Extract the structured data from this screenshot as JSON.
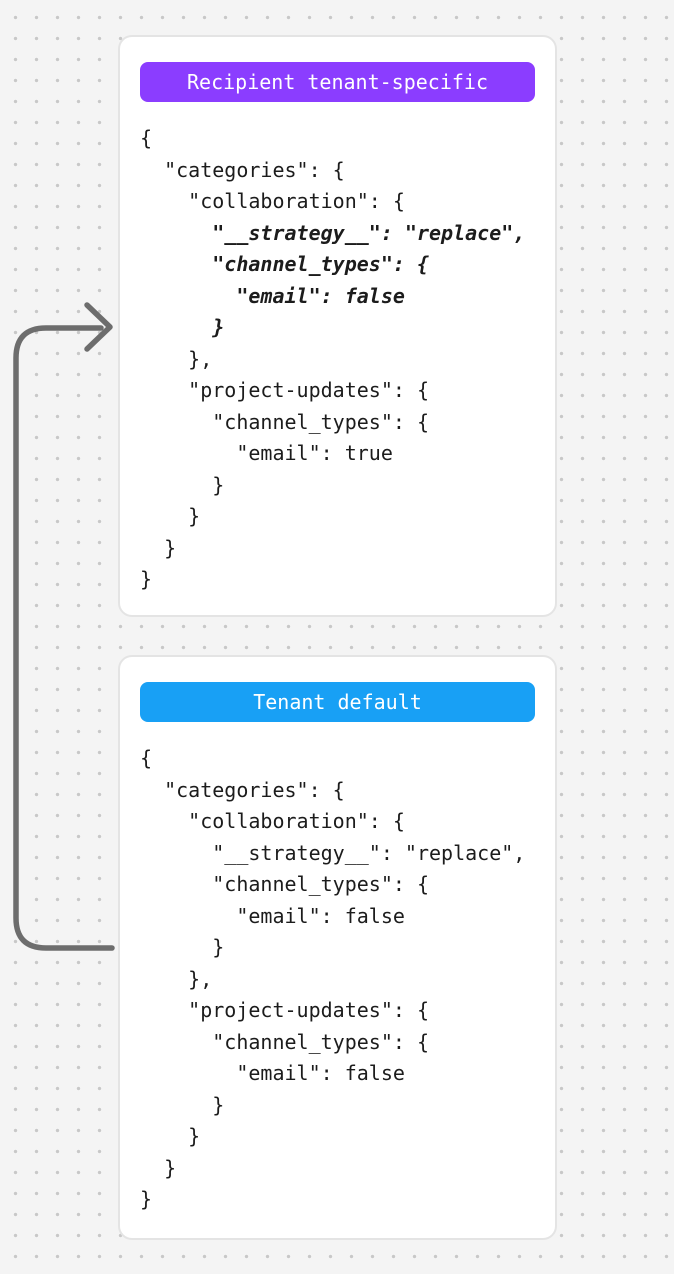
{
  "colors": {
    "background": "#f4f4f4",
    "dot": "#c8c8c8",
    "card_bg": "#ffffff",
    "card_border": "#e4e4e4",
    "badge_purple": "#8b3dff",
    "badge_blue": "#18a0f5",
    "badge_text": "#ffffff",
    "arrow": "#6d6d6d",
    "code_text": "#1c1c1c"
  },
  "cards": [
    {
      "badge": {
        "label": "Recipient tenant-specific",
        "color": "#8b3dff"
      },
      "code_lines": [
        {
          "text": "{",
          "em": false
        },
        {
          "text": "  \"categories\": {",
          "em": false
        },
        {
          "text": "    \"collaboration\": {",
          "em": false
        },
        {
          "text": "      \"__strategy__\": \"replace\",",
          "em": true
        },
        {
          "text": "      \"channel_types\": {",
          "em": true
        },
        {
          "text": "        \"email\": false",
          "em": true
        },
        {
          "text": "      }",
          "em": true
        },
        {
          "text": "    },",
          "em": false
        },
        {
          "text": "    \"project-updates\": {",
          "em": false
        },
        {
          "text": "      \"channel_types\": {",
          "em": false
        },
        {
          "text": "        \"email\": true",
          "em": false
        },
        {
          "text": "      }",
          "em": false
        },
        {
          "text": "    }",
          "em": false
        },
        {
          "text": "  }",
          "em": false
        },
        {
          "text": "}",
          "em": false
        }
      ]
    },
    {
      "badge": {
        "label": "Tenant default",
        "color": "#18a0f5"
      },
      "code_lines": [
        {
          "text": "{",
          "em": false
        },
        {
          "text": "  \"categories\": {",
          "em": false
        },
        {
          "text": "    \"collaboration\": {",
          "em": false
        },
        {
          "text": "      \"__strategy__\": \"replace\",",
          "em": false
        },
        {
          "text": "      \"channel_types\": {",
          "em": false
        },
        {
          "text": "        \"email\": false",
          "em": false
        },
        {
          "text": "      }",
          "em": false
        },
        {
          "text": "    },",
          "em": false
        },
        {
          "text": "    \"project-updates\": {",
          "em": false
        },
        {
          "text": "      \"channel_types\": {",
          "em": false
        },
        {
          "text": "        \"email\": false",
          "em": false
        },
        {
          "text": "      }",
          "em": false
        },
        {
          "text": "    }",
          "em": false
        },
        {
          "text": "  }",
          "em": false
        },
        {
          "text": "}",
          "em": false
        }
      ]
    }
  ]
}
